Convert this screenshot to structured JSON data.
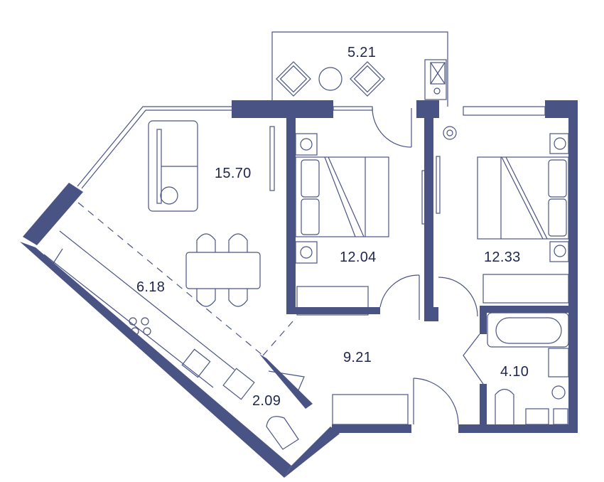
{
  "plan": {
    "type": "apartment-floor-plan",
    "colors": {
      "wall": "#4a5484",
      "line": "#4a5484",
      "text": "#1e2550",
      "background": "#ffffff"
    },
    "rooms": [
      {
        "id": "balcony",
        "area": "5.21"
      },
      {
        "id": "living-room",
        "area": "15.70"
      },
      {
        "id": "kitchen",
        "area": "6.18"
      },
      {
        "id": "bedroom-1",
        "area": "12.04"
      },
      {
        "id": "bedroom-2",
        "area": "12.33"
      },
      {
        "id": "hallway",
        "area": "9.21"
      },
      {
        "id": "bathroom-1",
        "area": "4.10"
      },
      {
        "id": "bathroom-2",
        "area": "2.09"
      }
    ]
  }
}
